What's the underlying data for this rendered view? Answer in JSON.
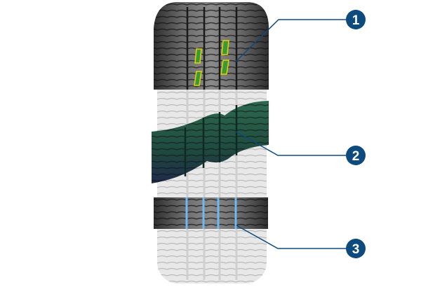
{
  "callouts": [
    {
      "label": "1",
      "target": "tread-sipes"
    },
    {
      "label": "2",
      "target": "tread-compound"
    },
    {
      "label": "3",
      "target": "circumferential-grooves"
    }
  ],
  "colors": {
    "callout": "#0d4a7e",
    "tire_light": "#e6e6e6",
    "tire_dark": "#4a4a4a",
    "band_green": "#1f4e3c",
    "sipe_green": "#3a9a3a",
    "sipe_yellow": "#e6d200",
    "groove_blue": "#6fb8f0"
  }
}
